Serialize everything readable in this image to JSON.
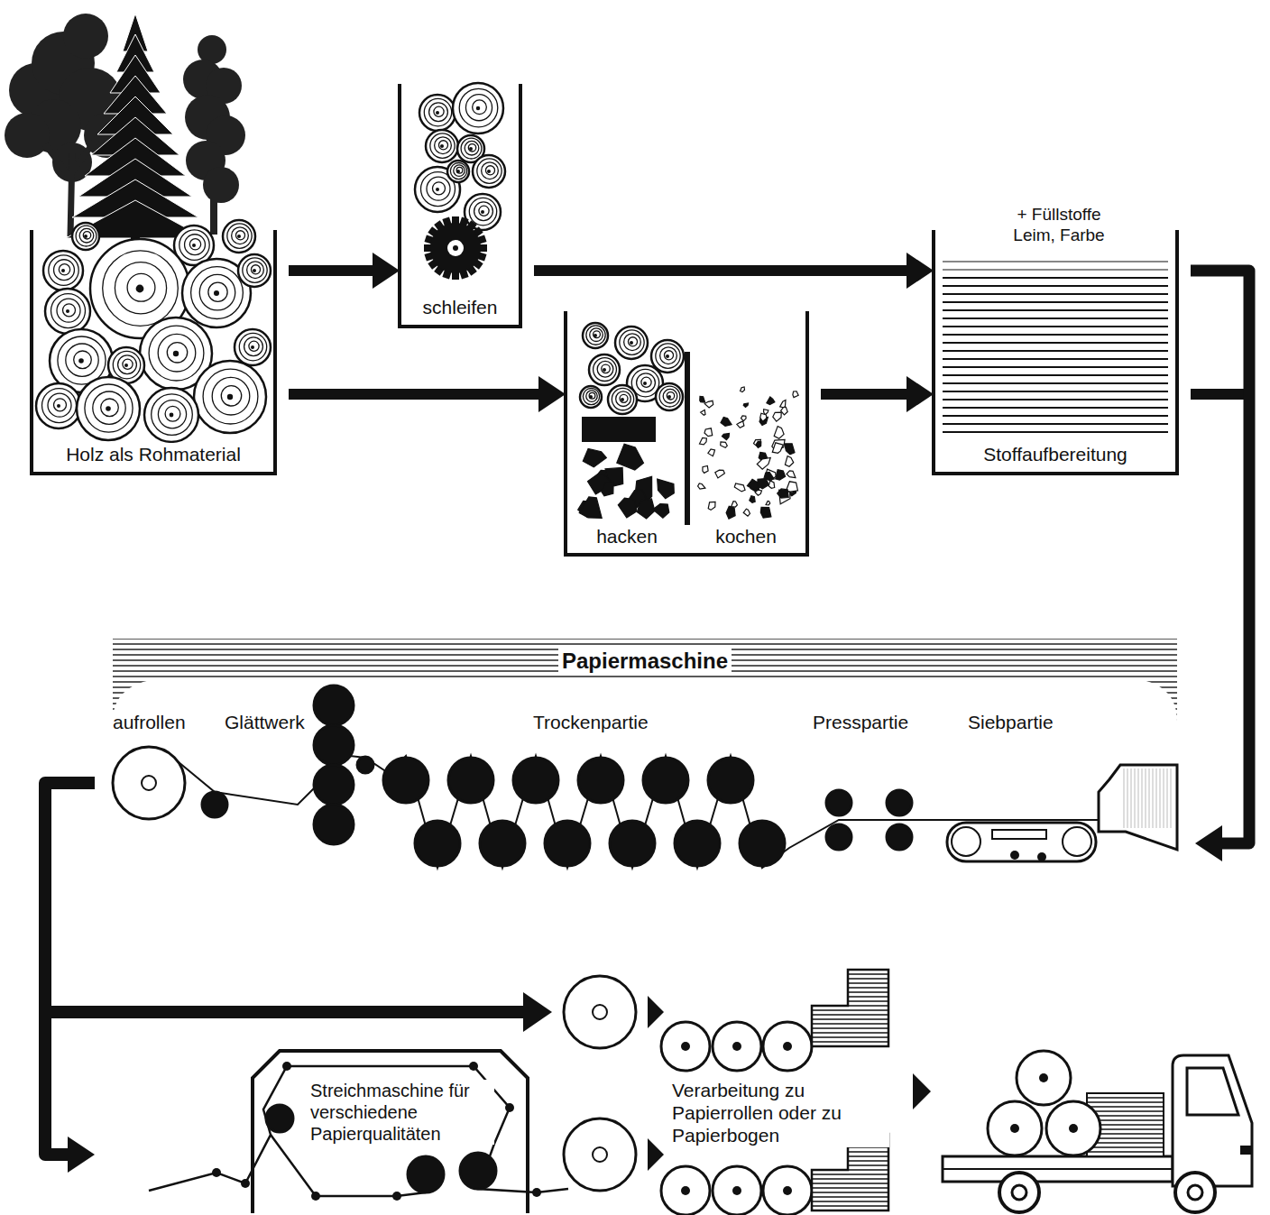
{
  "diagram": {
    "nodes": [
      {
        "text": [
          "Holz als Rohmaterial"
        ]
      },
      {
        "text": [
          "schleifen"
        ]
      },
      {
        "text": [
          "hacken",
          "kochen"
        ]
      },
      {
        "text": [
          "+ Füllstoffe Leim, Farbe",
          "Stoffaufbereitung"
        ]
      },
      {
        "text": [
          "Papiermaschine"
        ]
      },
      {
        "text": [
          "Streichmaschine für verschiedene Papierqualitäten"
        ]
      }
    ],
    "edges": [
      {
        "from": 0,
        "to": 1,
        "arrow": "to"
      },
      {
        "from": 0,
        "to": 2,
        "arrow": "to"
      },
      {
        "from": 1,
        "to": 3,
        "arrow": "to"
      },
      {
        "from": 2,
        "to": 3,
        "arrow": "to"
      },
      {
        "from": 3,
        "to": 4,
        "arrow": "to"
      },
      {
        "from": 4,
        "to": 5,
        "arrow": "to"
      }
    ],
    "labels": [
      "aufrollen",
      "Glättwerk",
      "Trockenpartie",
      "Presspartie",
      "Siebpartie",
      "Verarbeitung zu Papierrollen oder zu Papierbogen"
    ]
  }
}
